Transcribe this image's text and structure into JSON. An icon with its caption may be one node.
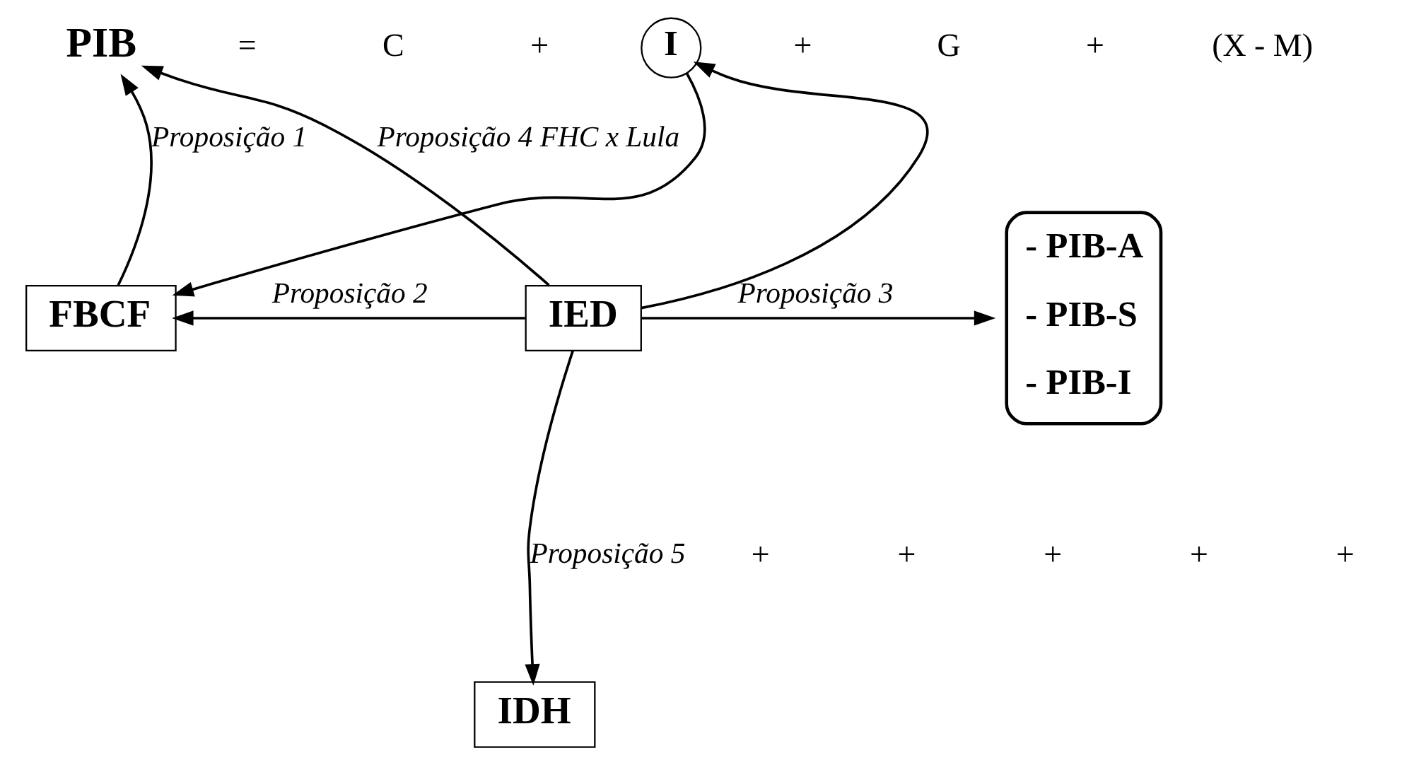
{
  "diagram": {
    "nodes": [
      {
        "text": [
          "PIB"
        ]
      },
      {
        "text": [
          "I"
        ]
      },
      {
        "text": [
          "FBCF"
        ]
      },
      {
        "text": [
          "IED"
        ]
      },
      {
        "text": [
          "IDH"
        ]
      },
      {
        "text": [
          "- PIB-A",
          "- PIB-S",
          "- PIB-I"
        ]
      }
    ],
    "edges": [
      {
        "from": 2,
        "to": 0,
        "arrow": "to",
        "label": "Proposição 1"
      },
      {
        "from": 1,
        "to": 2,
        "arrow": "to"
      },
      {
        "from": 3,
        "to": 1,
        "arrow": "to"
      },
      {
        "from": 3,
        "to": 2,
        "arrow": "to",
        "label": "Proposição 2"
      },
      {
        "from": 3,
        "to": 0,
        "arrow": "to",
        "label": "Proposição 4 FHC x Lula"
      },
      {
        "from": 3,
        "to": 5,
        "arrow": "to",
        "label": "Proposição 3"
      },
      {
        "from": 3,
        "to": 4,
        "arrow": "to",
        "label": "Proposição 5"
      }
    ],
    "labels": [
      "=",
      "C",
      "+",
      "+",
      "G",
      "+",
      "(X - M)",
      "+",
      "+",
      "+",
      "+",
      "+"
    ]
  }
}
